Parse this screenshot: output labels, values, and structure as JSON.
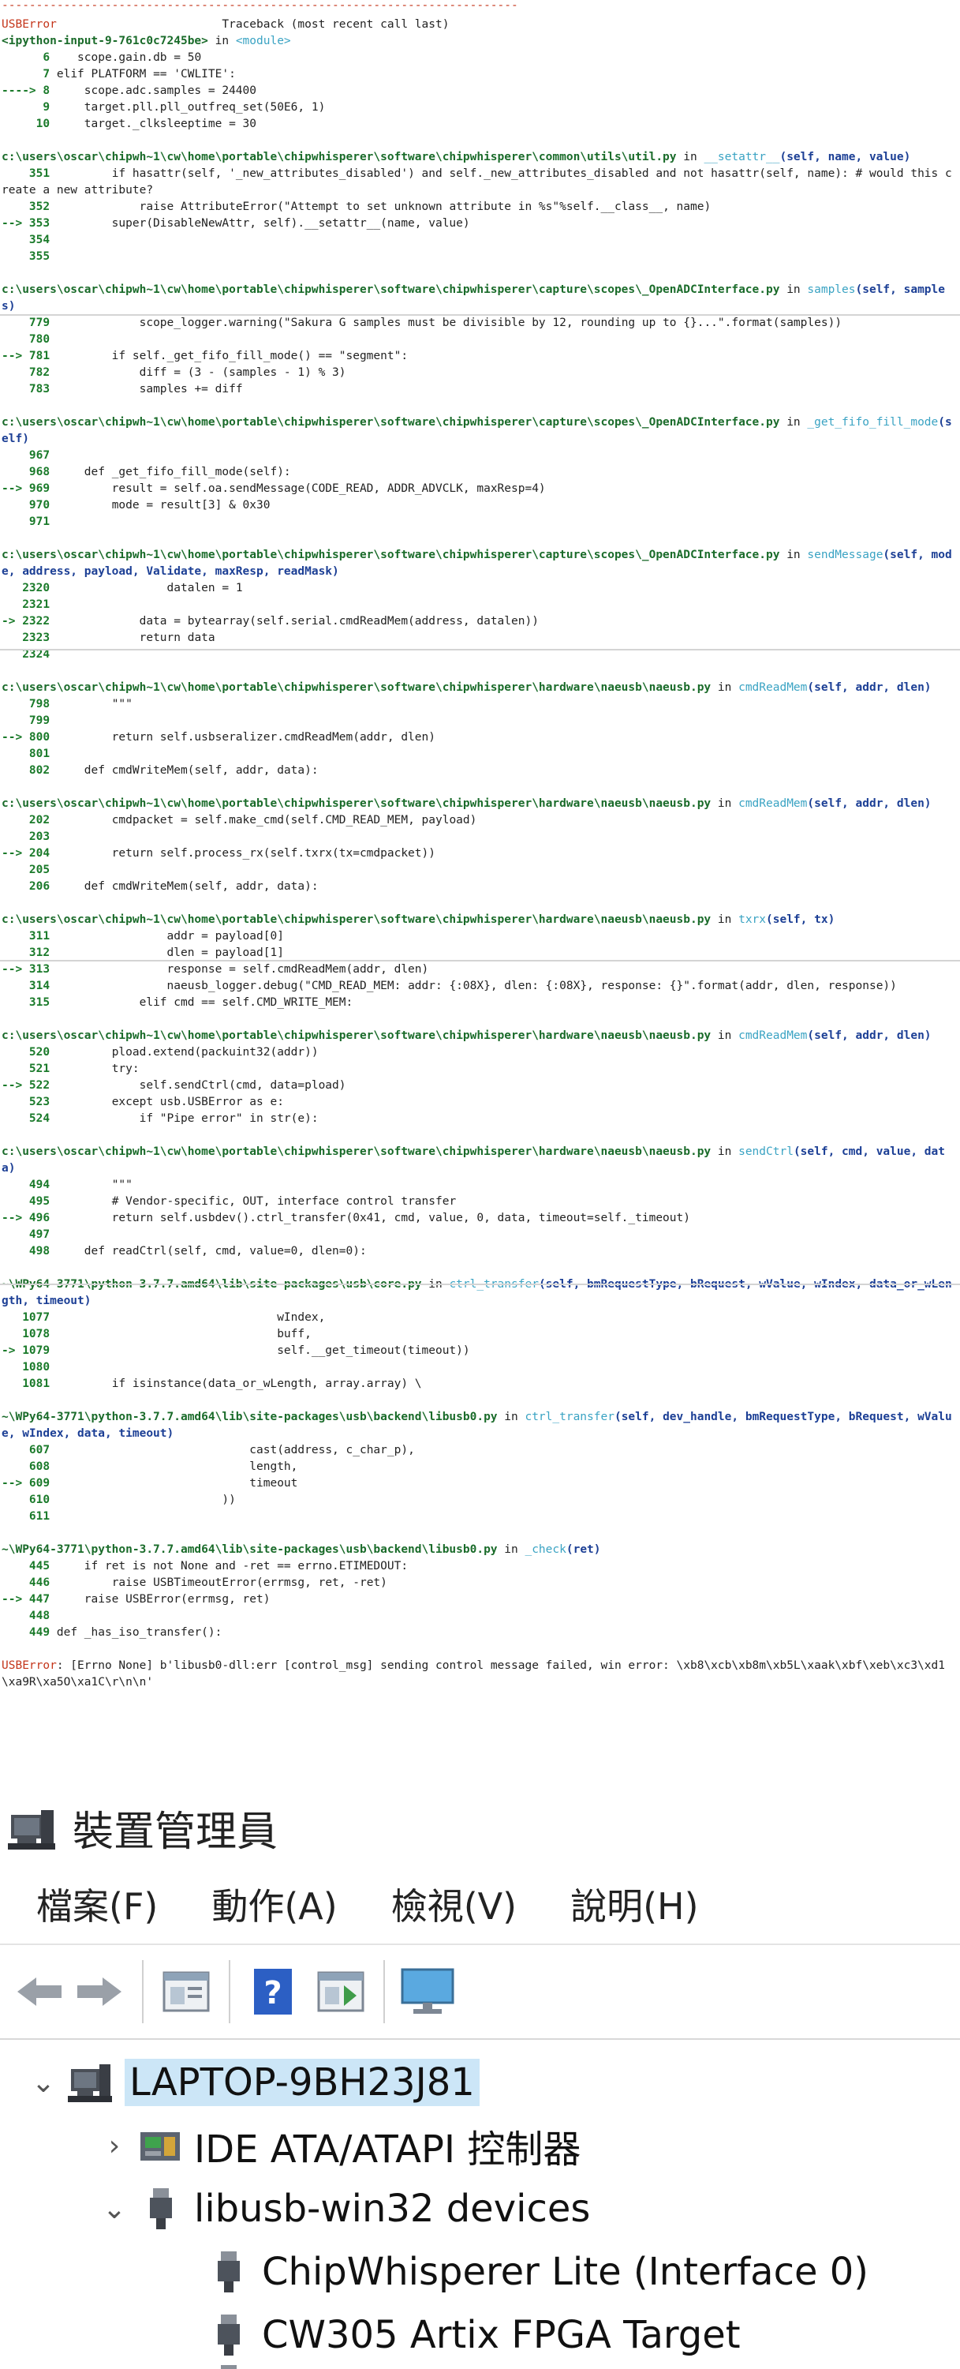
{
  "traceback": {
    "rule": "---------------------------------------------------------------------------",
    "error_name": "USBError",
    "header": "Traceback (most recent call last)",
    "frames": [
      {
        "file": "<ipython-input-9-761c0c7245be>",
        "fn": "<module>",
        "args": "",
        "lines": [
          {
            "n": "      6",
            "code": "    scope.gain.db = 50",
            "cur": false
          },
          {
            "n": "      7",
            "code": " elif PLATFORM == 'CWLITE':",
            "cur": false
          },
          {
            "n": "----> 8",
            "code": "     scope.adc.samples = 24400",
            "cur": true
          },
          {
            "n": "      9",
            "code": "     target.pll.pll_outfreq_set(50E6, 1)",
            "cur": false
          },
          {
            "n": "     10",
            "code": "     target._clksleeptime = 30",
            "cur": false
          }
        ]
      },
      {
        "file": "c:\\users\\oscar\\chipwh~1\\cw\\home\\portable\\chipwhisperer\\software\\chipwhisperer\\common\\utils\\util.py",
        "fn": "__setattr__",
        "args": "(self, name, value)",
        "lines": [
          {
            "n": "    351",
            "code": "         if hasattr(self, '_new_attributes_disabled') and self._new_attributes_disabled and not hasattr(self, name): # would this create a new attribute?",
            "cur": false
          },
          {
            "n": "    352",
            "code": "             raise AttributeError(\"Attempt to set unknown attribute in %s\"%self.__class__, name)",
            "cur": false
          },
          {
            "n": "--> 353",
            "code": "         super(DisableNewAttr, self).__setattr__(name, value)",
            "cur": true
          },
          {
            "n": "    354",
            "code": "",
            "cur": false
          },
          {
            "n": "    355",
            "code": "",
            "cur": false
          }
        ]
      },
      {
        "file": "c:\\users\\oscar\\chipwh~1\\cw\\home\\portable\\chipwhisperer\\software\\chipwhisperer\\capture\\scopes\\_OpenADCInterface.py",
        "fn": "samples",
        "args": "(self, samples)",
        "lines": [
          {
            "n": "    779",
            "code": "             scope_logger.warning(\"Sakura G samples must be divisible by 12, rounding up to {}...\".format(samples))",
            "cur": false
          },
          {
            "n": "    780",
            "code": "",
            "cur": false
          },
          {
            "n": "--> 781",
            "code": "         if self._get_fifo_fill_mode() == \"segment\":",
            "cur": true
          },
          {
            "n": "    782",
            "code": "             diff = (3 - (samples - 1) % 3)",
            "cur": false
          },
          {
            "n": "    783",
            "code": "             samples += diff",
            "cur": false
          }
        ]
      },
      {
        "file": "c:\\users\\oscar\\chipwh~1\\cw\\home\\portable\\chipwhisperer\\software\\chipwhisperer\\capture\\scopes\\_OpenADCInterface.py",
        "fn": "_get_fifo_fill_mode",
        "args": "(self)",
        "lines": [
          {
            "n": "    967",
            "code": "",
            "cur": false
          },
          {
            "n": "    968",
            "code": "     def _get_fifo_fill_mode(self):",
            "cur": false
          },
          {
            "n": "--> 969",
            "code": "         result = self.oa.sendMessage(CODE_READ, ADDR_ADVCLK, maxResp=4)",
            "cur": true
          },
          {
            "n": "    970",
            "code": "         mode = result[3] & 0x30",
            "cur": false
          },
          {
            "n": "    971",
            "code": "",
            "cur": false
          }
        ]
      },
      {
        "file": "c:\\users\\oscar\\chipwh~1\\cw\\home\\portable\\chipwhisperer\\software\\chipwhisperer\\capture\\scopes\\_OpenADCInterface.py",
        "fn": "sendMessage",
        "args": "(self, mode, address, payload, Validate, maxResp, readMask)",
        "lines": [
          {
            "n": "   2320",
            "code": "                 datalen = 1",
            "cur": false
          },
          {
            "n": "   2321",
            "code": "",
            "cur": false
          },
          {
            "n": "-> 2322",
            "code": "             data = bytearray(self.serial.cmdReadMem(address, datalen))",
            "cur": true
          },
          {
            "n": "   2323",
            "code": "             return data",
            "cur": false
          },
          {
            "n": "   2324",
            "code": "",
            "cur": false
          }
        ]
      },
      {
        "file": "c:\\users\\oscar\\chipwh~1\\cw\\home\\portable\\chipwhisperer\\software\\chipwhisperer\\hardware\\naeusb\\naeusb.py",
        "fn": "cmdReadMem",
        "args": "(self, addr, dlen)",
        "lines": [
          {
            "n": "    798",
            "code": "         \"\"\"",
            "cur": false
          },
          {
            "n": "    799",
            "code": "",
            "cur": false
          },
          {
            "n": "--> 800",
            "code": "         return self.usbseralizer.cmdReadMem(addr, dlen)",
            "cur": true
          },
          {
            "n": "    801",
            "code": "",
            "cur": false
          },
          {
            "n": "    802",
            "code": "     def cmdWriteMem(self, addr, data):",
            "cur": false
          }
        ]
      },
      {
        "file": "c:\\users\\oscar\\chipwh~1\\cw\\home\\portable\\chipwhisperer\\software\\chipwhisperer\\hardware\\naeusb\\naeusb.py",
        "fn": "cmdReadMem",
        "args": "(self, addr, dlen)",
        "lines": [
          {
            "n": "    202",
            "code": "         cmdpacket = self.make_cmd(self.CMD_READ_MEM, payload)",
            "cur": false
          },
          {
            "n": "    203",
            "code": "",
            "cur": false
          },
          {
            "n": "--> 204",
            "code": "         return self.process_rx(self.txrx(tx=cmdpacket))",
            "cur": true
          },
          {
            "n": "    205",
            "code": "",
            "cur": false
          },
          {
            "n": "    206",
            "code": "     def cmdWriteMem(self, addr, data):",
            "cur": false
          }
        ]
      },
      {
        "file": "c:\\users\\oscar\\chipwh~1\\cw\\home\\portable\\chipwhisperer\\software\\chipwhisperer\\hardware\\naeusb\\naeusb.py",
        "fn": "txrx",
        "args": "(self, tx)",
        "lines": [
          {
            "n": "    311",
            "code": "                 addr = payload[0]",
            "cur": false
          },
          {
            "n": "    312",
            "code": "                 dlen = payload[1]",
            "cur": false
          },
          {
            "n": "--> 313",
            "code": "                 response = self.cmdReadMem(addr, dlen)",
            "cur": true
          },
          {
            "n": "    314",
            "code": "                 naeusb_logger.debug(\"CMD_READ_MEM: addr: {:08X}, dlen: {:08X}, response: {}\".format(addr, dlen, response))",
            "cur": false
          },
          {
            "n": "    315",
            "code": "             elif cmd == self.CMD_WRITE_MEM:",
            "cur": false
          }
        ]
      },
      {
        "file": "c:\\users\\oscar\\chipwh~1\\cw\\home\\portable\\chipwhisperer\\software\\chipwhisperer\\hardware\\naeusb\\naeusb.py",
        "fn": "cmdReadMem",
        "args": "(self, addr, dlen)",
        "lines": [
          {
            "n": "    520",
            "code": "         pload.extend(packuint32(addr))",
            "cur": false
          },
          {
            "n": "    521",
            "code": "         try:",
            "cur": false
          },
          {
            "n": "--> 522",
            "code": "             self.sendCtrl(cmd, data=pload)",
            "cur": true
          },
          {
            "n": "    523",
            "code": "         except usb.USBError as e:",
            "cur": false
          },
          {
            "n": "    524",
            "code": "             if \"Pipe error\" in str(e):",
            "cur": false
          }
        ]
      },
      {
        "file": "c:\\users\\oscar\\chipwh~1\\cw\\home\\portable\\chipwhisperer\\software\\chipwhisperer\\hardware\\naeusb\\naeusb.py",
        "fn": "sendCtrl",
        "args": "(self, cmd, value, data)",
        "lines": [
          {
            "n": "    494",
            "code": "         \"\"\"",
            "cur": false
          },
          {
            "n": "    495",
            "code": "         # Vendor-specific, OUT, interface control transfer",
            "cur": false
          },
          {
            "n": "--> 496",
            "code": "         return self.usbdev().ctrl_transfer(0x41, cmd, value, 0, data, timeout=self._timeout)",
            "cur": true
          },
          {
            "n": "    497",
            "code": "",
            "cur": false
          },
          {
            "n": "    498",
            "code": "     def readCtrl(self, cmd, value=0, dlen=0):",
            "cur": false
          }
        ]
      },
      {
        "file": "~\\WPy64-3771\\python-3.7.7.amd64\\lib\\site-packages\\usb\\core.py",
        "fn": "ctrl_transfer",
        "args": "(self, bmRequestType, bRequest, wValue, wIndex, data_or_wLength, timeout)",
        "lines": [
          {
            "n": "   1077",
            "code": "                                 wIndex,",
            "cur": false
          },
          {
            "n": "   1078",
            "code": "                                 buff,",
            "cur": false
          },
          {
            "n": "-> 1079",
            "code": "                                 self.__get_timeout(timeout))",
            "cur": true
          },
          {
            "n": "   1080",
            "code": "",
            "cur": false
          },
          {
            "n": "   1081",
            "code": "         if isinstance(data_or_wLength, array.array) \\",
            "cur": false
          }
        ]
      },
      {
        "file": "~\\WPy64-3771\\python-3.7.7.amd64\\lib\\site-packages\\usb\\backend\\libusb0.py",
        "fn": "ctrl_transfer",
        "args": "(self, dev_handle, bmRequestType, bRequest, wValue, wIndex, data, timeout)",
        "lines": [
          {
            "n": "    607",
            "code": "                             cast(address, c_char_p),",
            "cur": false
          },
          {
            "n": "    608",
            "code": "                             length,",
            "cur": false
          },
          {
            "n": "--> 609",
            "code": "                             timeout",
            "cur": true
          },
          {
            "n": "    610",
            "code": "                         ))",
            "cur": false
          },
          {
            "n": "    611",
            "code": "",
            "cur": false
          }
        ]
      },
      {
        "file": "~\\WPy64-3771\\python-3.7.7.amd64\\lib\\site-packages\\usb\\backend\\libusb0.py",
        "fn": "_check",
        "args": "(ret)",
        "lines": [
          {
            "n": "    445",
            "code": "     if ret is not None and -ret == errno.ETIMEDOUT:",
            "cur": false
          },
          {
            "n": "    446",
            "code": "         raise USBTimeoutError(errmsg, ret, -ret)",
            "cur": false
          },
          {
            "n": "--> 447",
            "code": "     raise USBError(errmsg, ret)",
            "cur": true
          },
          {
            "n": "    448",
            "code": "",
            "cur": false
          },
          {
            "n": "    449",
            "code": " def _has_iso_transfer():",
            "cur": false
          }
        ]
      }
    ],
    "final_error": "USBError",
    "final_message": ": [Errno None] b'libusb0-dll:err [control_msg] sending control message failed, win error: \\xb8\\xcb\\xb8m\\xb5L\\xaak\\xbf\\xeb\\xc3\\xd1\\xa9R\\xa5O\\xa1C\\r\\n\\n'"
  },
  "device_manager": {
    "title": "裝置管理員",
    "menus": [
      "檔案(F)",
      "動作(A)",
      "檢視(V)",
      "說明(H)"
    ],
    "toolbar": [
      "back-arrow-icon",
      "forward-arrow-icon",
      "properties-icon",
      "help-icon",
      "update-driver-icon",
      "monitor-icon"
    ],
    "tree": {
      "computer": "LAPTOP-9BH23J81",
      "items": [
        {
          "label": "IDE ATA/ATAPI 控制器",
          "expanded": false
        },
        {
          "label": "libusb-win32 devices",
          "expanded": true,
          "children": [
            "ChipWhisperer Lite (Interface 0)",
            "CW305 Artix FPGA Target"
          ]
        }
      ]
    },
    "colors": {
      "selection": "#cce6f7",
      "error_red": "#c4351a",
      "path_green": "#1a6b2a",
      "func_cyan": "#3aa3c3"
    }
  }
}
